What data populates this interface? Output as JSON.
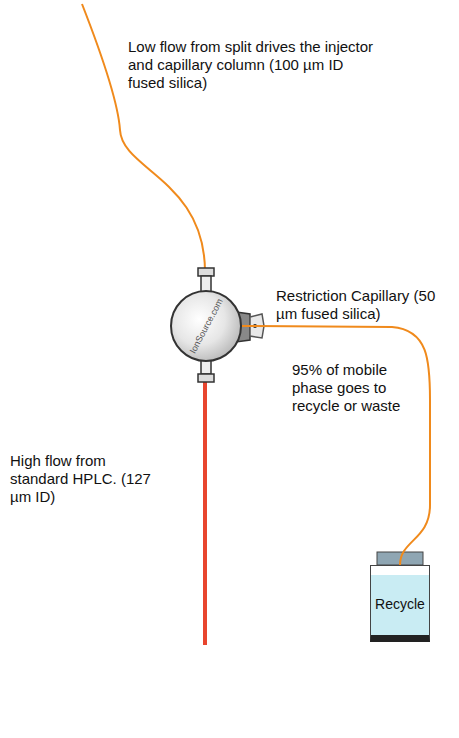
{
  "diagram": {
    "nodes": [
      {
        "text": [
          "IonSource.com"
        ]
      },
      {
        "text": [
          "Recycle"
        ]
      }
    ],
    "edges": [
      {
        "from": 0,
        "to": 1,
        "arrow": "none"
      }
    ],
    "labels": [
      "Low flow from split drives the injector and capillary column (100 µm ID fused silica)",
      "Restriction Capillary (50 µm fused silica)",
      "95% of mobile phase goes to recycle or waste",
      "High flow from standard HPLC. (127 µm ID)"
    ]
  }
}
